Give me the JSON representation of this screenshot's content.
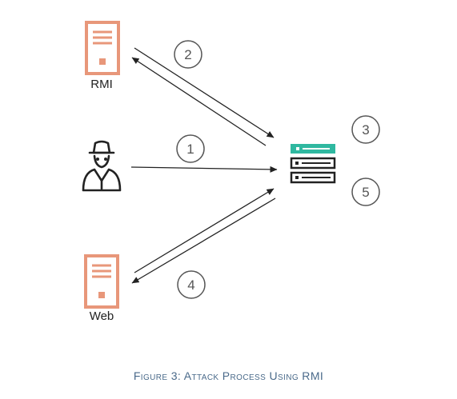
{
  "nodes": {
    "rmi": {
      "label": "RMI",
      "icon": "rmi-server-icon"
    },
    "attacker": {
      "icon": "attacker-spy-icon"
    },
    "web": {
      "label": "Web",
      "icon": "web-server-icon"
    },
    "target": {
      "icon": "target-server-icon"
    }
  },
  "steps": [
    "2",
    "1",
    "3",
    "5",
    "4"
  ],
  "caption": "Figure 3: Attack Process Using RMI",
  "colors": {
    "server_orange": "#e8977a",
    "target_teal": "#2fb8a0",
    "stroke": "#222222",
    "step_circle": "#555555",
    "caption": "#4a6a8a"
  }
}
